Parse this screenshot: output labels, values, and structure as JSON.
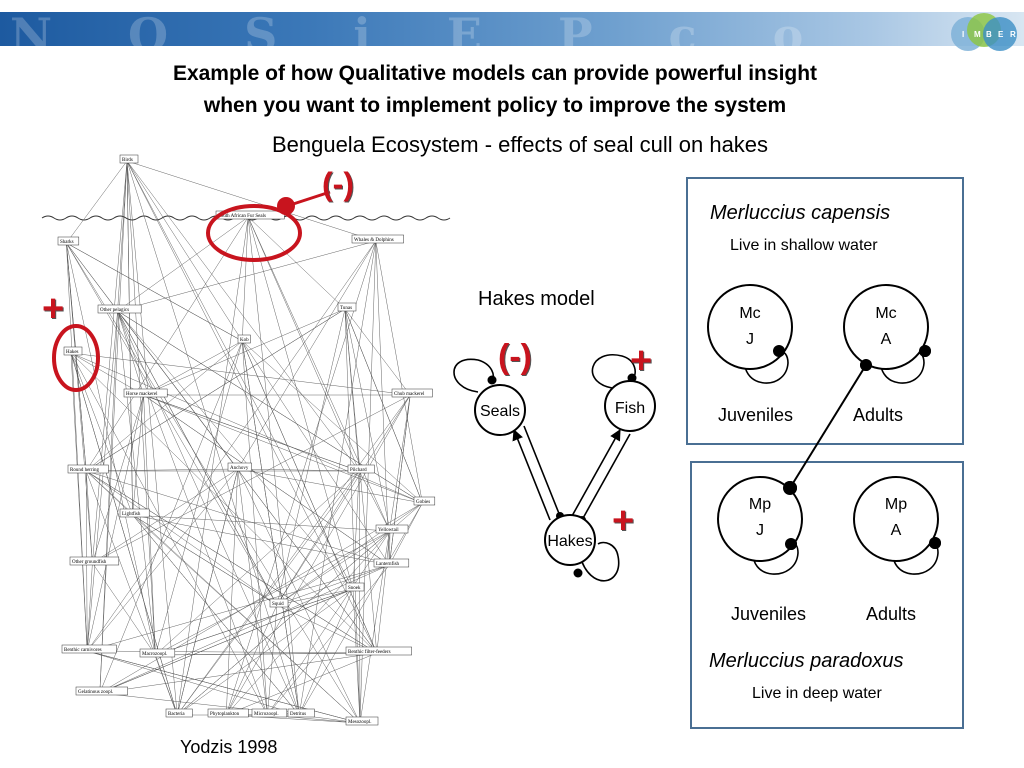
{
  "header": {
    "logo_letters": [
      "I",
      "M",
      "B",
      "E",
      "R"
    ]
  },
  "title": {
    "line1": "Example of how Qualitative models can provide powerful insight",
    "line2": "when you want to implement policy to improve the system",
    "subtitle": "Benguela Ecosystem - effects of seal cull on hakes"
  },
  "food_web": {
    "citation": "Yodzis 1998",
    "sign_seals": "(-)",
    "sign_hakes": "+",
    "nodes": [
      "Birds",
      "South African Fur Seals",
      "Whales & Dolphins",
      "Sharks",
      "Other pelagics",
      "Tunas",
      "Hakes",
      "Kob",
      "Horse mackerel",
      "Chub mackerel",
      "Anchovy",
      "Round herring",
      "Pilchard",
      "Gobies",
      "Lightfish",
      "Yellowtail",
      "Lanternfish",
      "Other groundfish",
      "Snoek",
      "Squid",
      "Benthic carnivores",
      "Macrozoopl.",
      "Benthic filter-feeders",
      "Mesozoopl.",
      "Gelatinous zoopl.",
      "Bacteria",
      "Phytoplankton",
      "Microzoopl.",
      "Detritus"
    ]
  },
  "hakes_model": {
    "title": "Hakes model",
    "nodes": {
      "seals": "Seals",
      "fish": "Fish",
      "hakes": "Hakes"
    },
    "sign_seals": "(-)",
    "sign_fish": "+",
    "sign_hakes": "+"
  },
  "capensis": {
    "species": "Merluccius capensis",
    "habitat": "Live in shallow water",
    "juv_line1": "Mc",
    "juv_line2": "J",
    "adult_line1": "Mc",
    "adult_line2": "A",
    "juv_label": "Juveniles",
    "adult_label": "Adults"
  },
  "paradoxus": {
    "species": "Merluccius paradoxus",
    "habitat": "Live in deep water",
    "juv_line1": "Mp",
    "juv_line2": "J",
    "adult_line1": "Mp",
    "adult_line2": "A",
    "juv_label": "Juveniles",
    "adult_label": "Adults"
  },
  "colors": {
    "accent_red": "#c8141e",
    "box_border": "#4a6f93",
    "banner_blue": "#1d5aa0"
  }
}
